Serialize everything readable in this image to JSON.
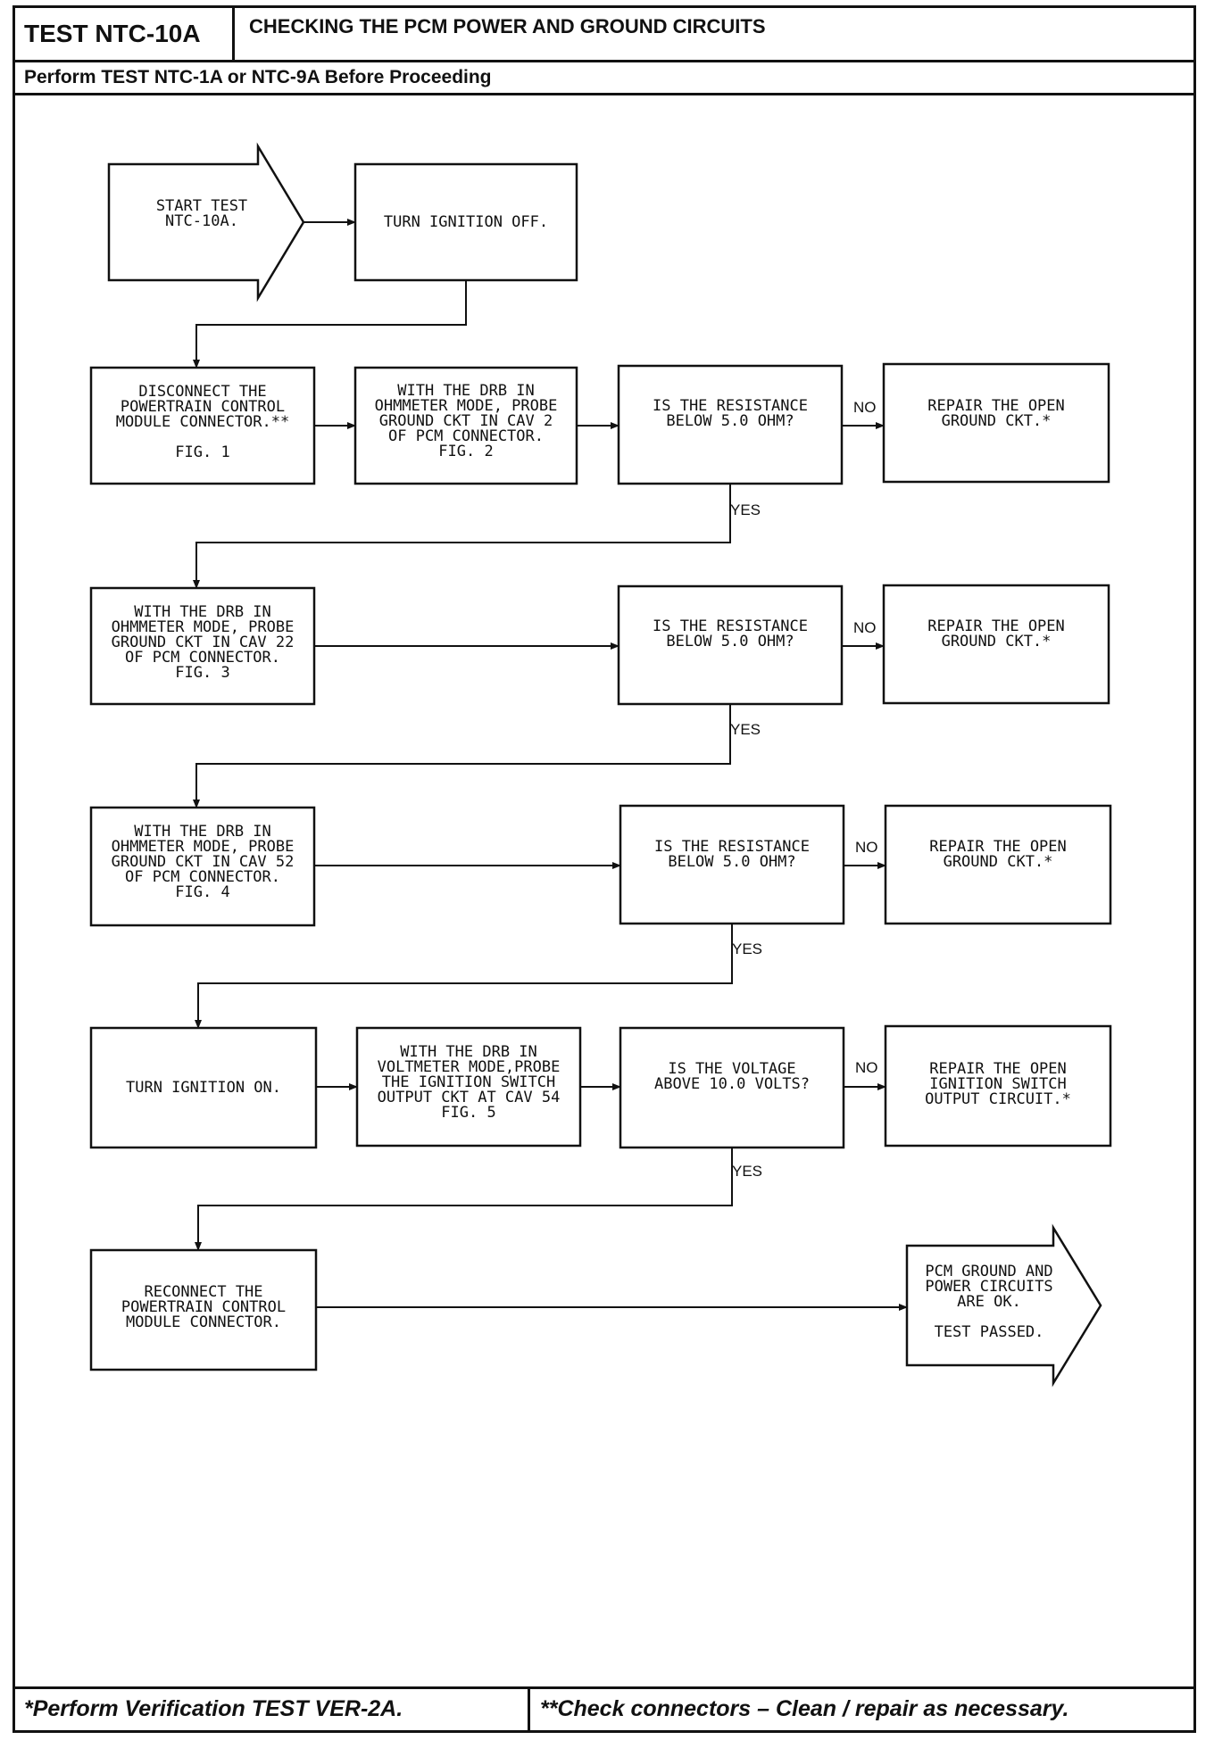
{
  "header": {
    "test_id": "TEST NTC-10A",
    "title": "CHECKING THE PCM POWER AND GROUND CIRCUITS",
    "prerequisite": "Perform TEST NTC-1A or NTC-9A Before Proceeding"
  },
  "footer": {
    "note_single": "*Perform Verification TEST VER-2A.",
    "note_double": "**Check connectors – Clean / repair as necessary."
  },
  "flow": {
    "start": [
      "START TEST",
      "NTC-10A."
    ],
    "ign_off": [
      "TURN IGNITION OFF."
    ],
    "disconnect": [
      "DISCONNECT THE",
      "POWERTRAIN CONTROL",
      "MODULE CONNECTOR.**",
      "",
      "FIG. 1"
    ],
    "probe_cav2": [
      "WITH THE DRB IN",
      "OHMMETER MODE, PROBE",
      "GROUND CKT IN CAV 2",
      "OF PCM CONNECTOR.",
      "FIG. 2"
    ],
    "q1": [
      "IS THE RESISTANCE",
      "BELOW 5.0 OHM?"
    ],
    "repair1": [
      "REPAIR THE OPEN",
      "GROUND CKT.*"
    ],
    "probe_cav22": [
      "WITH THE DRB IN",
      "OHMMETER MODE, PROBE",
      "GROUND CKT IN CAV 22",
      "OF PCM CONNECTOR.",
      "FIG. 3"
    ],
    "q2": [
      "IS THE RESISTANCE",
      "BELOW 5.0 OHM?"
    ],
    "repair2": [
      "REPAIR THE OPEN",
      "GROUND CKT.*"
    ],
    "probe_cav52": [
      "WITH THE DRB IN",
      "OHMMETER MODE, PROBE",
      "GROUND CKT IN CAV 52",
      "OF PCM CONNECTOR.",
      "FIG. 4"
    ],
    "q3": [
      "IS THE RESISTANCE",
      "BELOW 5.0 OHM?"
    ],
    "repair3": [
      "REPAIR THE OPEN",
      "GROUND CKT.*"
    ],
    "ign_on": [
      "TURN IGNITION ON."
    ],
    "probe_cav54": [
      "WITH THE DRB IN",
      "VOLTMETER MODE,PROBE",
      "THE IGNITION SWITCH",
      "OUTPUT CKT AT CAV 54",
      "FIG. 5"
    ],
    "q4": [
      "IS THE VOLTAGE",
      "ABOVE 10.0 VOLTS?"
    ],
    "repair4": [
      "REPAIR THE OPEN",
      "IGNITION SWITCH",
      "OUTPUT CIRCUIT.*"
    ],
    "reconnect": [
      "RECONNECT THE",
      "POWERTRAIN CONTROL",
      "MODULE CONNECTOR."
    ],
    "end": [
      "PCM GROUND AND",
      "POWER CIRCUITS",
      "ARE OK.",
      "",
      "TEST PASSED."
    ],
    "yes_label": "YES",
    "no_label": "NO"
  }
}
